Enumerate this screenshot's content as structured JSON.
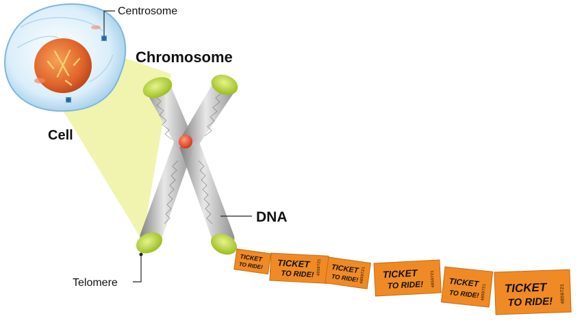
{
  "labels": {
    "centrosome": "Centrosome",
    "chromosome": "Chromosome",
    "cell": "Cell",
    "dna": "DNA",
    "telomere": "Telomere"
  },
  "ticket": {
    "line1": "TICKET",
    "line2": "TO RIDE!",
    "serials": [
      "4859721",
      "4859721",
      "4859721",
      "4859721",
      "4859721",
      "4859721"
    ]
  },
  "colors": {
    "ticket_orange": "#f08a24",
    "telomere_green": "#b7d43a",
    "zoom_cone": "#eef3a6",
    "centromere": "#e5462a",
    "nucleus": "#e0632a",
    "cell_membrane": "#c9e2f2"
  }
}
